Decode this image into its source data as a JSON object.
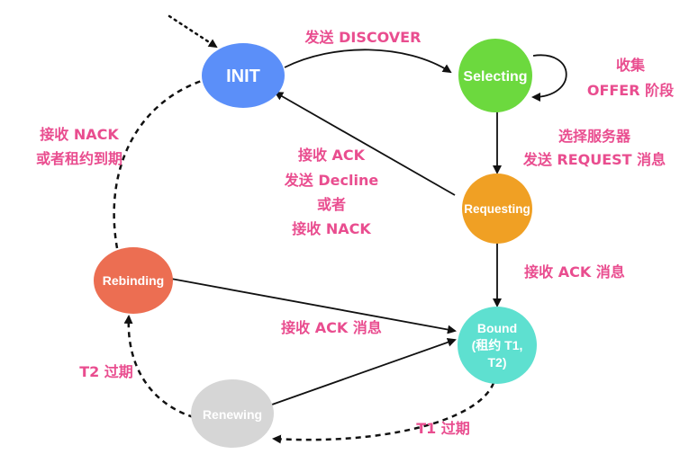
{
  "colors": {
    "label_pink": "#e94d8f",
    "arrow": "#111111",
    "init": "#5b8ff9",
    "selecting": "#6cd93e",
    "requesting": "#f0a024",
    "bound": "#5ee0d0",
    "rebinding": "#ec6e52",
    "renewing": "#d6d6d6"
  },
  "nodes": {
    "init": {
      "label": "INIT"
    },
    "selecting": {
      "label": "Selecting"
    },
    "requesting": {
      "label": "Requesting"
    },
    "bound": {
      "lines": [
        "Bound",
        "(租约 T1,",
        "T2)"
      ]
    },
    "rebinding": {
      "label": "Rebinding"
    },
    "renewing": {
      "label": "Renewing"
    }
  },
  "edges": {
    "send_discover": "发送 DISCOVER",
    "collect_offer": [
      "收集",
      "OFFER 阶段"
    ],
    "select_server": [
      "选择服务器",
      "发送 REQUEST 消息"
    ],
    "requesting_to_init": [
      "接收 ACK",
      "发送 Decline",
      "或者",
      "接收 NACK"
    ],
    "requesting_to_bound": "接收 ACK 消息",
    "rebinding_to_bound": "接收 ACK 消息",
    "rebinding_to_init": [
      "接收 NACK",
      "或者租约到期"
    ],
    "t1_expire": "T1 过期",
    "t2_expire": "T2 过期"
  }
}
